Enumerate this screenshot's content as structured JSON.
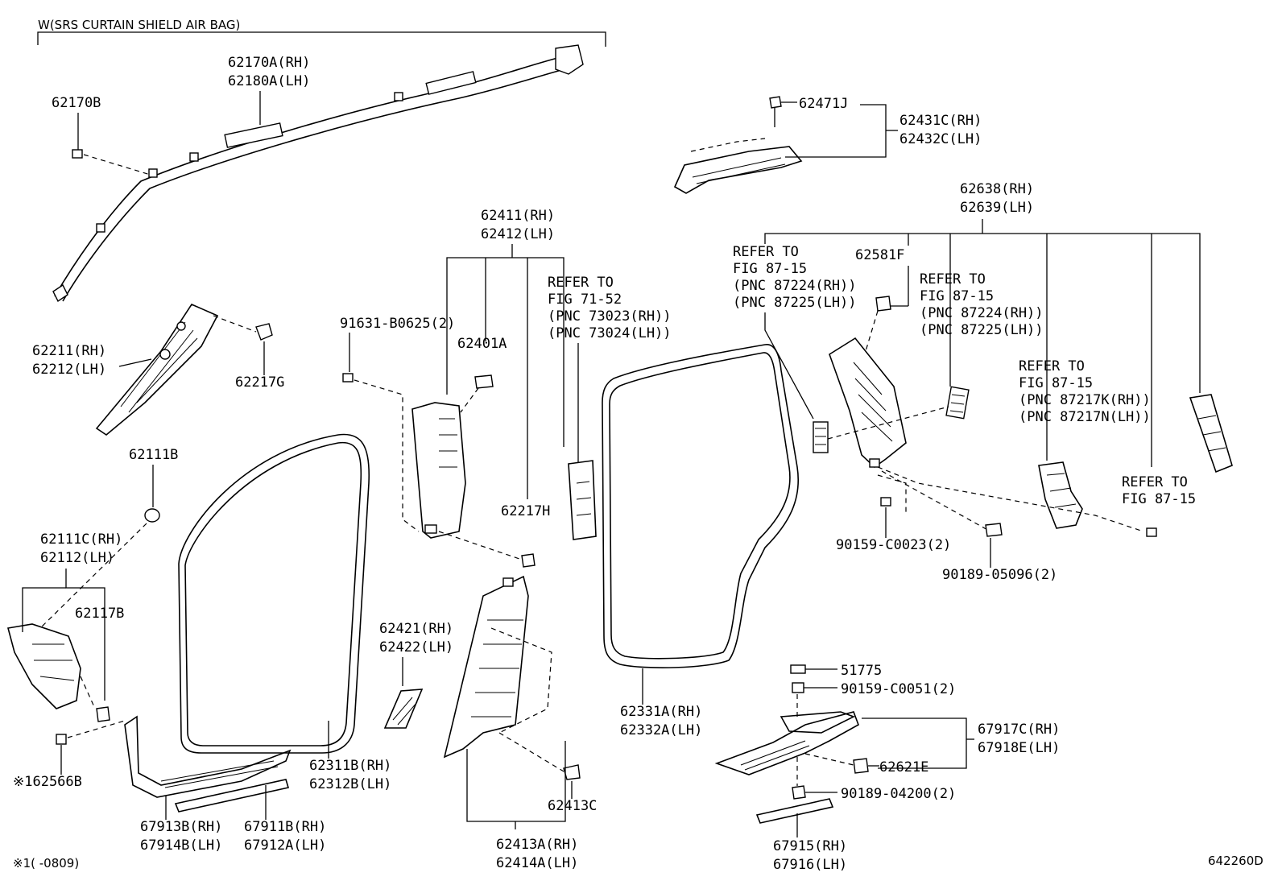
{
  "figure_code": "642260D",
  "labels": {
    "airbag_title": "W(SRS CURTAIN SHIELD AIR BAG)",
    "p62170A": "62170A(RH)",
    "p62180A": "62180A(LH)",
    "p62170B": "62170B",
    "p62211": "62211(RH)",
    "p62212": "62212(LH)",
    "p62217G": "62217G",
    "p62111B": "62111B",
    "p62111C": "62111C(RH)",
    "p62112": "62112(LH)",
    "p62117B": "62117B",
    "p62566B": "※162566B",
    "p67913B": "67913B(RH)",
    "p67914B": "67914B(LH)",
    "p67911B": "67911B(RH)",
    "p67912A": "67912A(LH)",
    "footnote": "※1(     -0809)",
    "p62311B": "62311B(RH)",
    "p62312B": "62312B(LH)",
    "p91631": "91631-B0625(2)",
    "p62411": "62411(RH)",
    "p62412": "62412(LH)",
    "p62401A": "62401A",
    "p62217H": "62217H",
    "ref71_1": "REFER TO",
    "ref71_2": "FIG 71-52",
    "ref71_3": "(PNC 73023(RH))",
    "ref71_4": "(PNC 73024(LH))",
    "p62421": "62421(RH)",
    "p62422": "62422(LH)",
    "p62413C": "62413C",
    "p62413A": "62413A(RH)",
    "p62414A": "62414A(LH)",
    "p62331A": "62331A(RH)",
    "p62332A": "62332A(LH)",
    "p62471J": "62471J",
    "p62431C": "62431C(RH)",
    "p62432C": "62432C(LH)",
    "p62638": "62638(RH)",
    "p62639": "62639(LH)",
    "refA_1": "REFER TO",
    "refA_2": "FIG 87-15",
    "refA_3": "(PNC 87224(RH))",
    "refA_4": "(PNC 87225(LH))",
    "p62581F": "62581F",
    "refB_1": "REFER TO",
    "refB_2": "FIG 87-15",
    "refB_3": "(PNC 87224(RH))",
    "refB_4": "(PNC 87225(LH))",
    "refC_1": "REFER TO",
    "refC_2": "FIG 87-15",
    "refC_3": "(PNC 87217K(RH))",
    "refC_4": "(PNC 87217N(LH))",
    "refD_1": "REFER TO",
    "refD_2": "FIG 87-15",
    "p90159_0023": "90159-C0023(2)",
    "p90189_05096": "90189-05096(2)",
    "p51775": "51775",
    "p90159_0051": "90159-C0051(2)",
    "p67917C": "67917C(RH)",
    "p67918E": "67918E(LH)",
    "p62621E": "62621E",
    "p90189_04200": "90189-04200(2)",
    "p67915": "67915(RH)",
    "p67916": "67916(LH)"
  }
}
